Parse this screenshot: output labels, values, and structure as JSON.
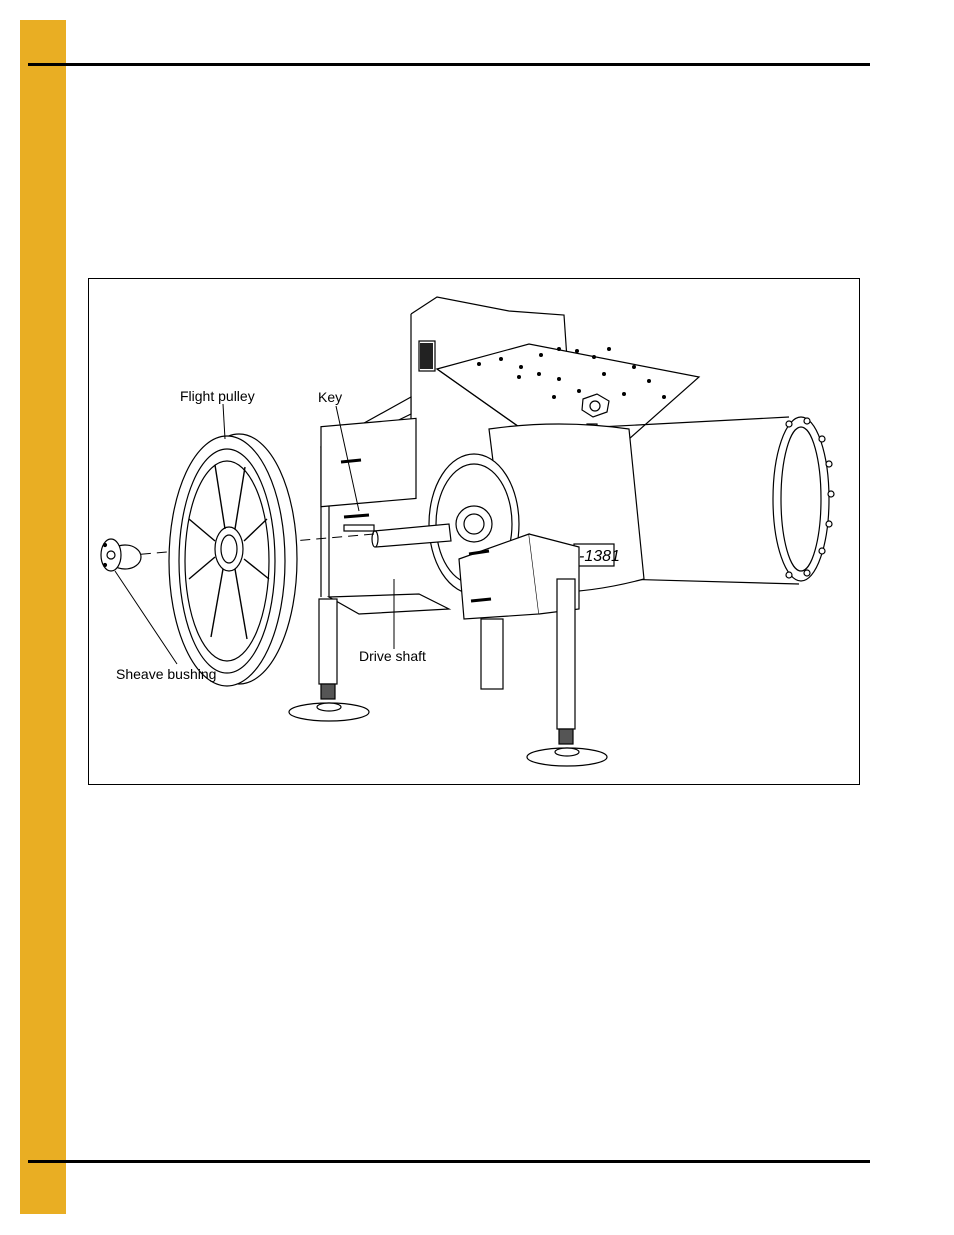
{
  "page": {
    "accent_color": "#e9ae23"
  },
  "figure": {
    "callouts": {
      "flight_pulley": "Flight pulley",
      "key": "Key",
      "drive_shaft": "Drive shaft",
      "sheave_bushing": "Sheave bushing"
    },
    "decal_text": "-1381"
  }
}
